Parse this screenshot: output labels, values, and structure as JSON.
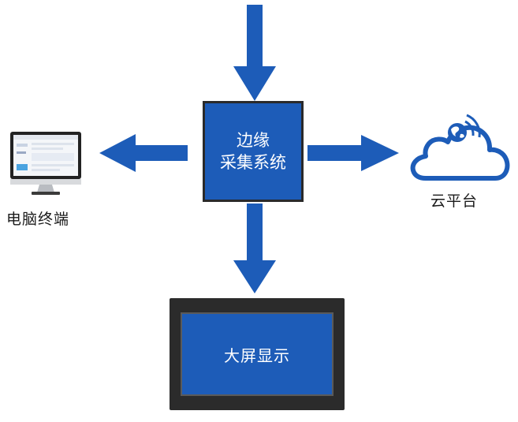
{
  "colors": {
    "accent": "#1d5cb8",
    "box_border": "#2a2a2a",
    "screen_frame": "#2b2b2b",
    "text": "#1a1a1a"
  },
  "center_box": {
    "line1": "边缘",
    "line2": "采集系统"
  },
  "big_screen": {
    "label": "大屏显示"
  },
  "pc_terminal": {
    "icon": "monitor-icon",
    "label": "电脑终端"
  },
  "cloud_platform": {
    "icon": "cloud-icon",
    "label": "云平台"
  },
  "arrows": [
    "arrow-down-in",
    "arrow-left-out",
    "arrow-right-out",
    "arrow-down-out"
  ]
}
